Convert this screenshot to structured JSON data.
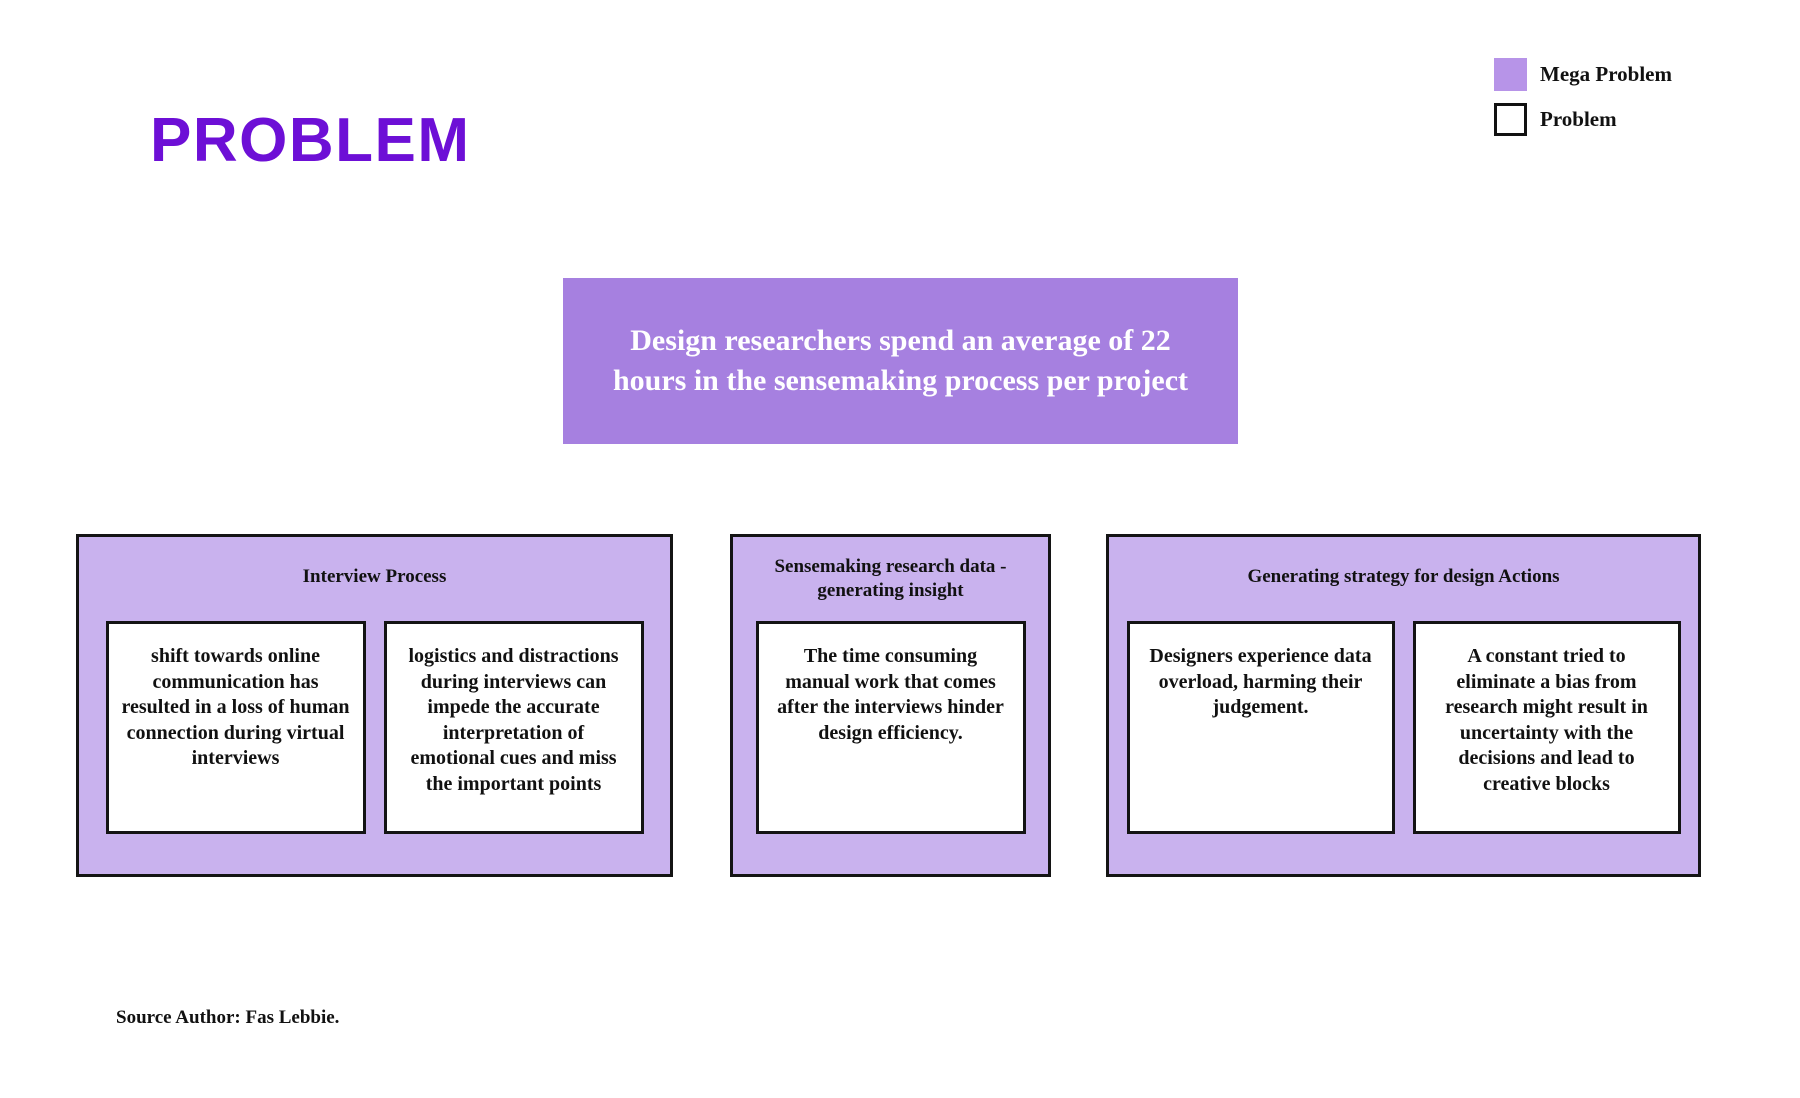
{
  "page": {
    "title": "PROBLEM",
    "title_color": "#6d0fd6",
    "background": "#ffffff",
    "source_note": "Source Author: Fas Lebbie."
  },
  "legend": {
    "items": [
      {
        "label": "Mega Problem",
        "swatch": "filled",
        "color": "#b794e8"
      },
      {
        "label": "Problem",
        "swatch": "outlined",
        "color": "#ffffff"
      }
    ]
  },
  "mega_problem": {
    "text": "Design researchers spend an average of 22 hours in the sensemaking process per project",
    "fill": "#a680e0",
    "text_color": "#ffffff"
  },
  "groups": [
    {
      "title": "Interview Process",
      "fill": "#c9b2ee",
      "problems": [
        {
          "text": "shift towards online communication has resulted in a loss of human connection during virtual interviews"
        },
        {
          "text": "logistics and distractions during interviews can impede the accurate interpretation of emotional cues and miss the important points"
        }
      ]
    },
    {
      "title": "Sensemaking research data - generating insight",
      "fill": "#c9b2ee",
      "problems": [
        {
          "text": "The time consuming manual work that comes after the interviews hinder design efficiency."
        }
      ]
    },
    {
      "title": "Generating strategy for design Actions",
      "fill": "#c9b2ee",
      "problems": [
        {
          "text": "Designers experience data overload, harming their judgement."
        },
        {
          "text": "A constant tried to eliminate a bias from research might result in uncertainty with the decisions and lead to creative blocks"
        }
      ]
    }
  ]
}
